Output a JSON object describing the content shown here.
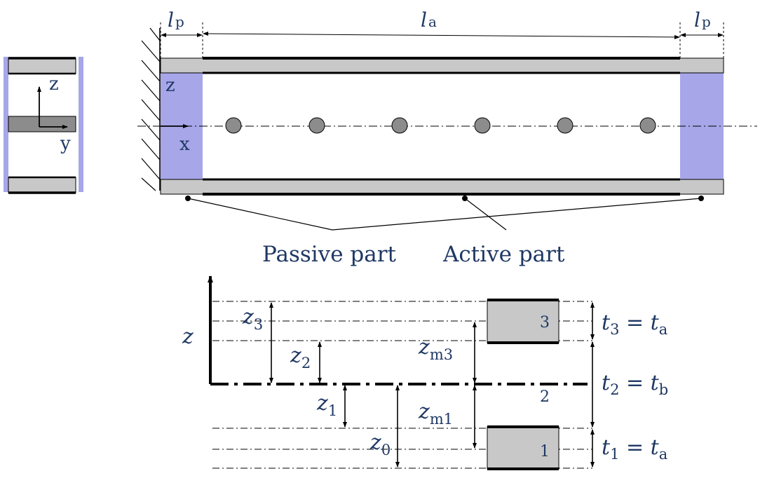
{
  "colors": {
    "label": "#1f3864",
    "layer_fill": "#c8c8c8",
    "core_fill": "#8c8c8c",
    "passive_fill": "#a6a6e8",
    "wire": "#000000"
  },
  "beam": {
    "dims": {
      "lp": "l",
      "lp_sub": "p",
      "la": "l",
      "la_sub": "a"
    },
    "axes": {
      "z": "z",
      "x": "x"
    },
    "callouts": {
      "passive": "Passive part",
      "active": "Active part"
    }
  },
  "cross_section": {
    "axes": {
      "z": "z",
      "y": "y"
    }
  },
  "stack": {
    "axis": "z",
    "distances": [
      {
        "key": "z3",
        "base": "z",
        "sub": "3"
      },
      {
        "key": "z2",
        "base": "z",
        "sub": "2"
      },
      {
        "key": "z1",
        "base": "z",
        "sub": "1"
      },
      {
        "key": "z0",
        "base": "z",
        "sub": "0"
      },
      {
        "key": "zm3",
        "base": "z",
        "sub": "m3"
      },
      {
        "key": "zm1",
        "base": "z",
        "sub": "m1"
      }
    ],
    "layer_numbers": [
      "3",
      "2",
      "1"
    ],
    "thickness": [
      {
        "t": "t",
        "t_sub": "3",
        "eq": " = ",
        "r": "t",
        "r_sub": "a"
      },
      {
        "t": "t",
        "t_sub": "2",
        "eq": " = ",
        "r": "t",
        "r_sub": "b"
      },
      {
        "t": "t",
        "t_sub": "1",
        "eq": " = ",
        "r": "t",
        "r_sub": "a"
      }
    ]
  }
}
